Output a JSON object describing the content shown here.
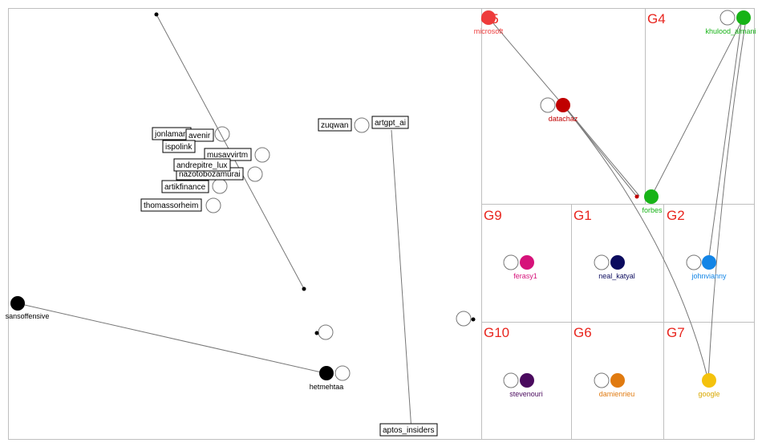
{
  "groups": [
    {
      "label": "G5"
    },
    {
      "label": "G4"
    },
    {
      "label": "G9"
    },
    {
      "label": "G1"
    },
    {
      "label": "G2"
    },
    {
      "label": "G10"
    },
    {
      "label": "G6"
    },
    {
      "label": "G7"
    }
  ],
  "colored_nodes": [
    {
      "label": "microsoft",
      "color": "#ee3b3b"
    },
    {
      "label": "khulood_almani",
      "color": "#17b317"
    },
    {
      "label": "datachaz",
      "color": "#c00000"
    },
    {
      "label": "forbes",
      "color": "#17b317"
    },
    {
      "label": "ferasy1",
      "color": "#d6127a"
    },
    {
      "label": "neal_katyal",
      "color": "#0b0b5e"
    },
    {
      "label": "johnvianny",
      "color": "#1385e6"
    },
    {
      "label": "stevenouri",
      "color": "#4a0a5e"
    },
    {
      "label": "damienrieu",
      "color": "#e07a10"
    },
    {
      "label": "google",
      "color": "#f4c20d"
    },
    {
      "label": "sansoffensive",
      "color": "#000000"
    },
    {
      "label": "hetmehtaa",
      "color": "#000000"
    }
  ],
  "boxed_labels": [
    {
      "label": "jonlamart"
    },
    {
      "label": "avenir"
    },
    {
      "label": "ispolink"
    },
    {
      "label": "musavvirtm"
    },
    {
      "label": "andrepitre_lux"
    },
    {
      "label": "nazotobozamurai"
    },
    {
      "label": "artikfinance"
    },
    {
      "label": "thomassorheim"
    },
    {
      "label": "zuqwan"
    },
    {
      "label": "artgpt_ai"
    },
    {
      "label": "aptos_insiders"
    }
  ],
  "colors": {
    "group_label": "#e8251e",
    "grid": "#bfbfbf",
    "edge": "#777777"
  }
}
